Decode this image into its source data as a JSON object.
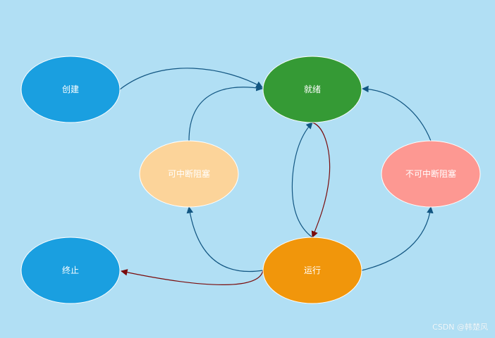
{
  "diagram": {
    "nodes": {
      "create": {
        "label": "创建",
        "color": "#1a9fe0"
      },
      "ready": {
        "label": "就绪",
        "color": "#359a35"
      },
      "interruptible_blocked": {
        "label": "可中断阻塞",
        "color": "#fcd49a"
      },
      "uninterruptible_blocked": {
        "label": "不可中断阻塞",
        "color": "#fd9892"
      },
      "terminated": {
        "label": "终止",
        "color": "#1a9fe0"
      },
      "running": {
        "label": "运行",
        "color": "#f1960b"
      }
    },
    "edge_colors": {
      "blue": "#125682",
      "red": "#7a0b0b"
    }
  },
  "watermark": "CSDN @韩楚风"
}
